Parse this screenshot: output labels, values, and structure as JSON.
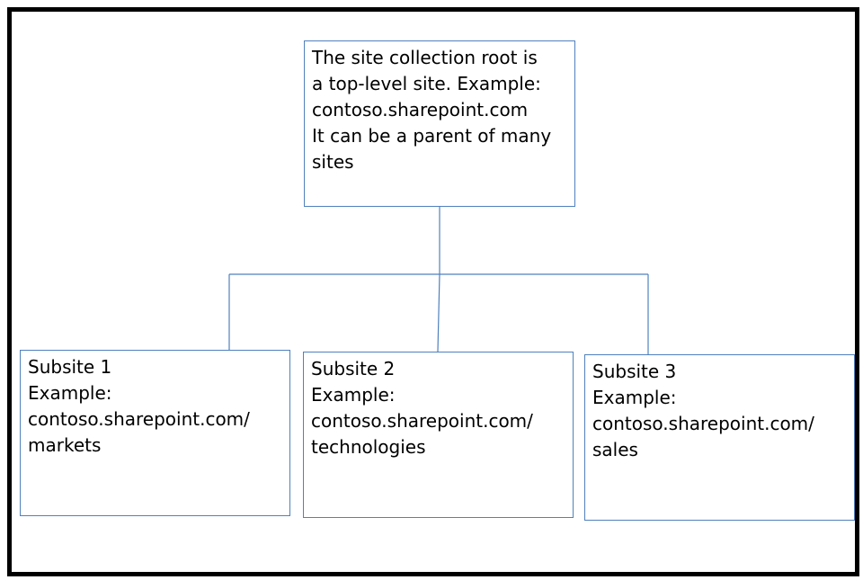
{
  "root": {
    "lines": [
      "The site collection root is",
      "a top-level site. Example:",
      "contoso.sharepoint.com",
      "It can be a parent of many",
      "sites"
    ]
  },
  "subsites": [
    {
      "lines": [
        "Subsite 1",
        "Example:",
        "contoso.sharepoint.com/",
        "markets"
      ]
    },
    {
      "lines": [
        "Subsite 2",
        "Example:",
        "contoso.sharepoint.com/",
        "technologies"
      ]
    },
    {
      "lines": [
        "Subsite 3",
        "Example:",
        "contoso.sharepoint.com/",
        "sales"
      ]
    }
  ],
  "colors": {
    "box_border": "#4f81bd",
    "connector": "#4f81bd",
    "frame": "#000000"
  }
}
